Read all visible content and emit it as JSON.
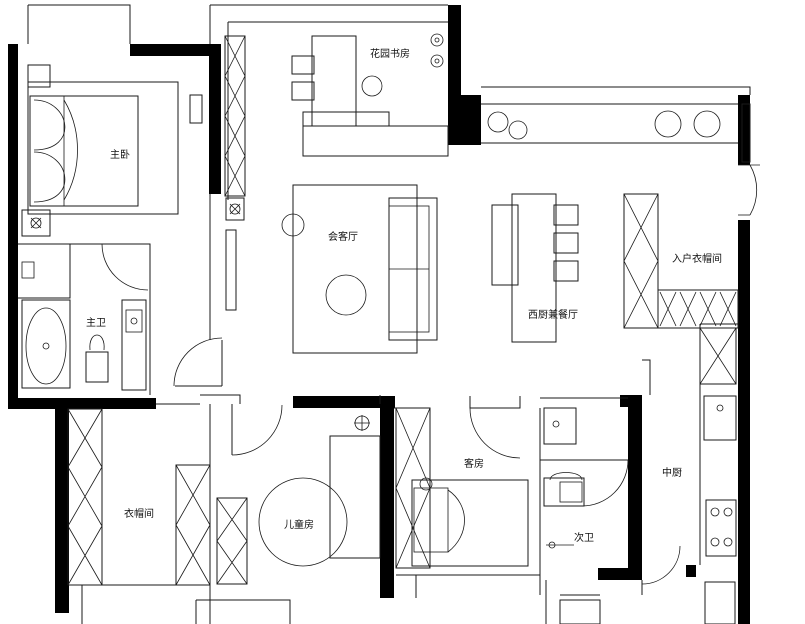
{
  "rooms": {
    "master_bedroom": "主卧",
    "master_bath": "主卫",
    "garden_study": "花园书房",
    "living_room": "会客厅",
    "western_kitchen_dining": "西厨兼餐厅",
    "entry_cloakroom": "入户衣帽间",
    "walk_in_closet": "衣帽间",
    "kids_room": "儿童房",
    "guest_room": "客房",
    "second_bath": "次卫",
    "chinese_kitchen": "中厨"
  },
  "colors": {
    "wall": "#000000",
    "line": "#1a1a1a",
    "background": "#ffffff"
  }
}
